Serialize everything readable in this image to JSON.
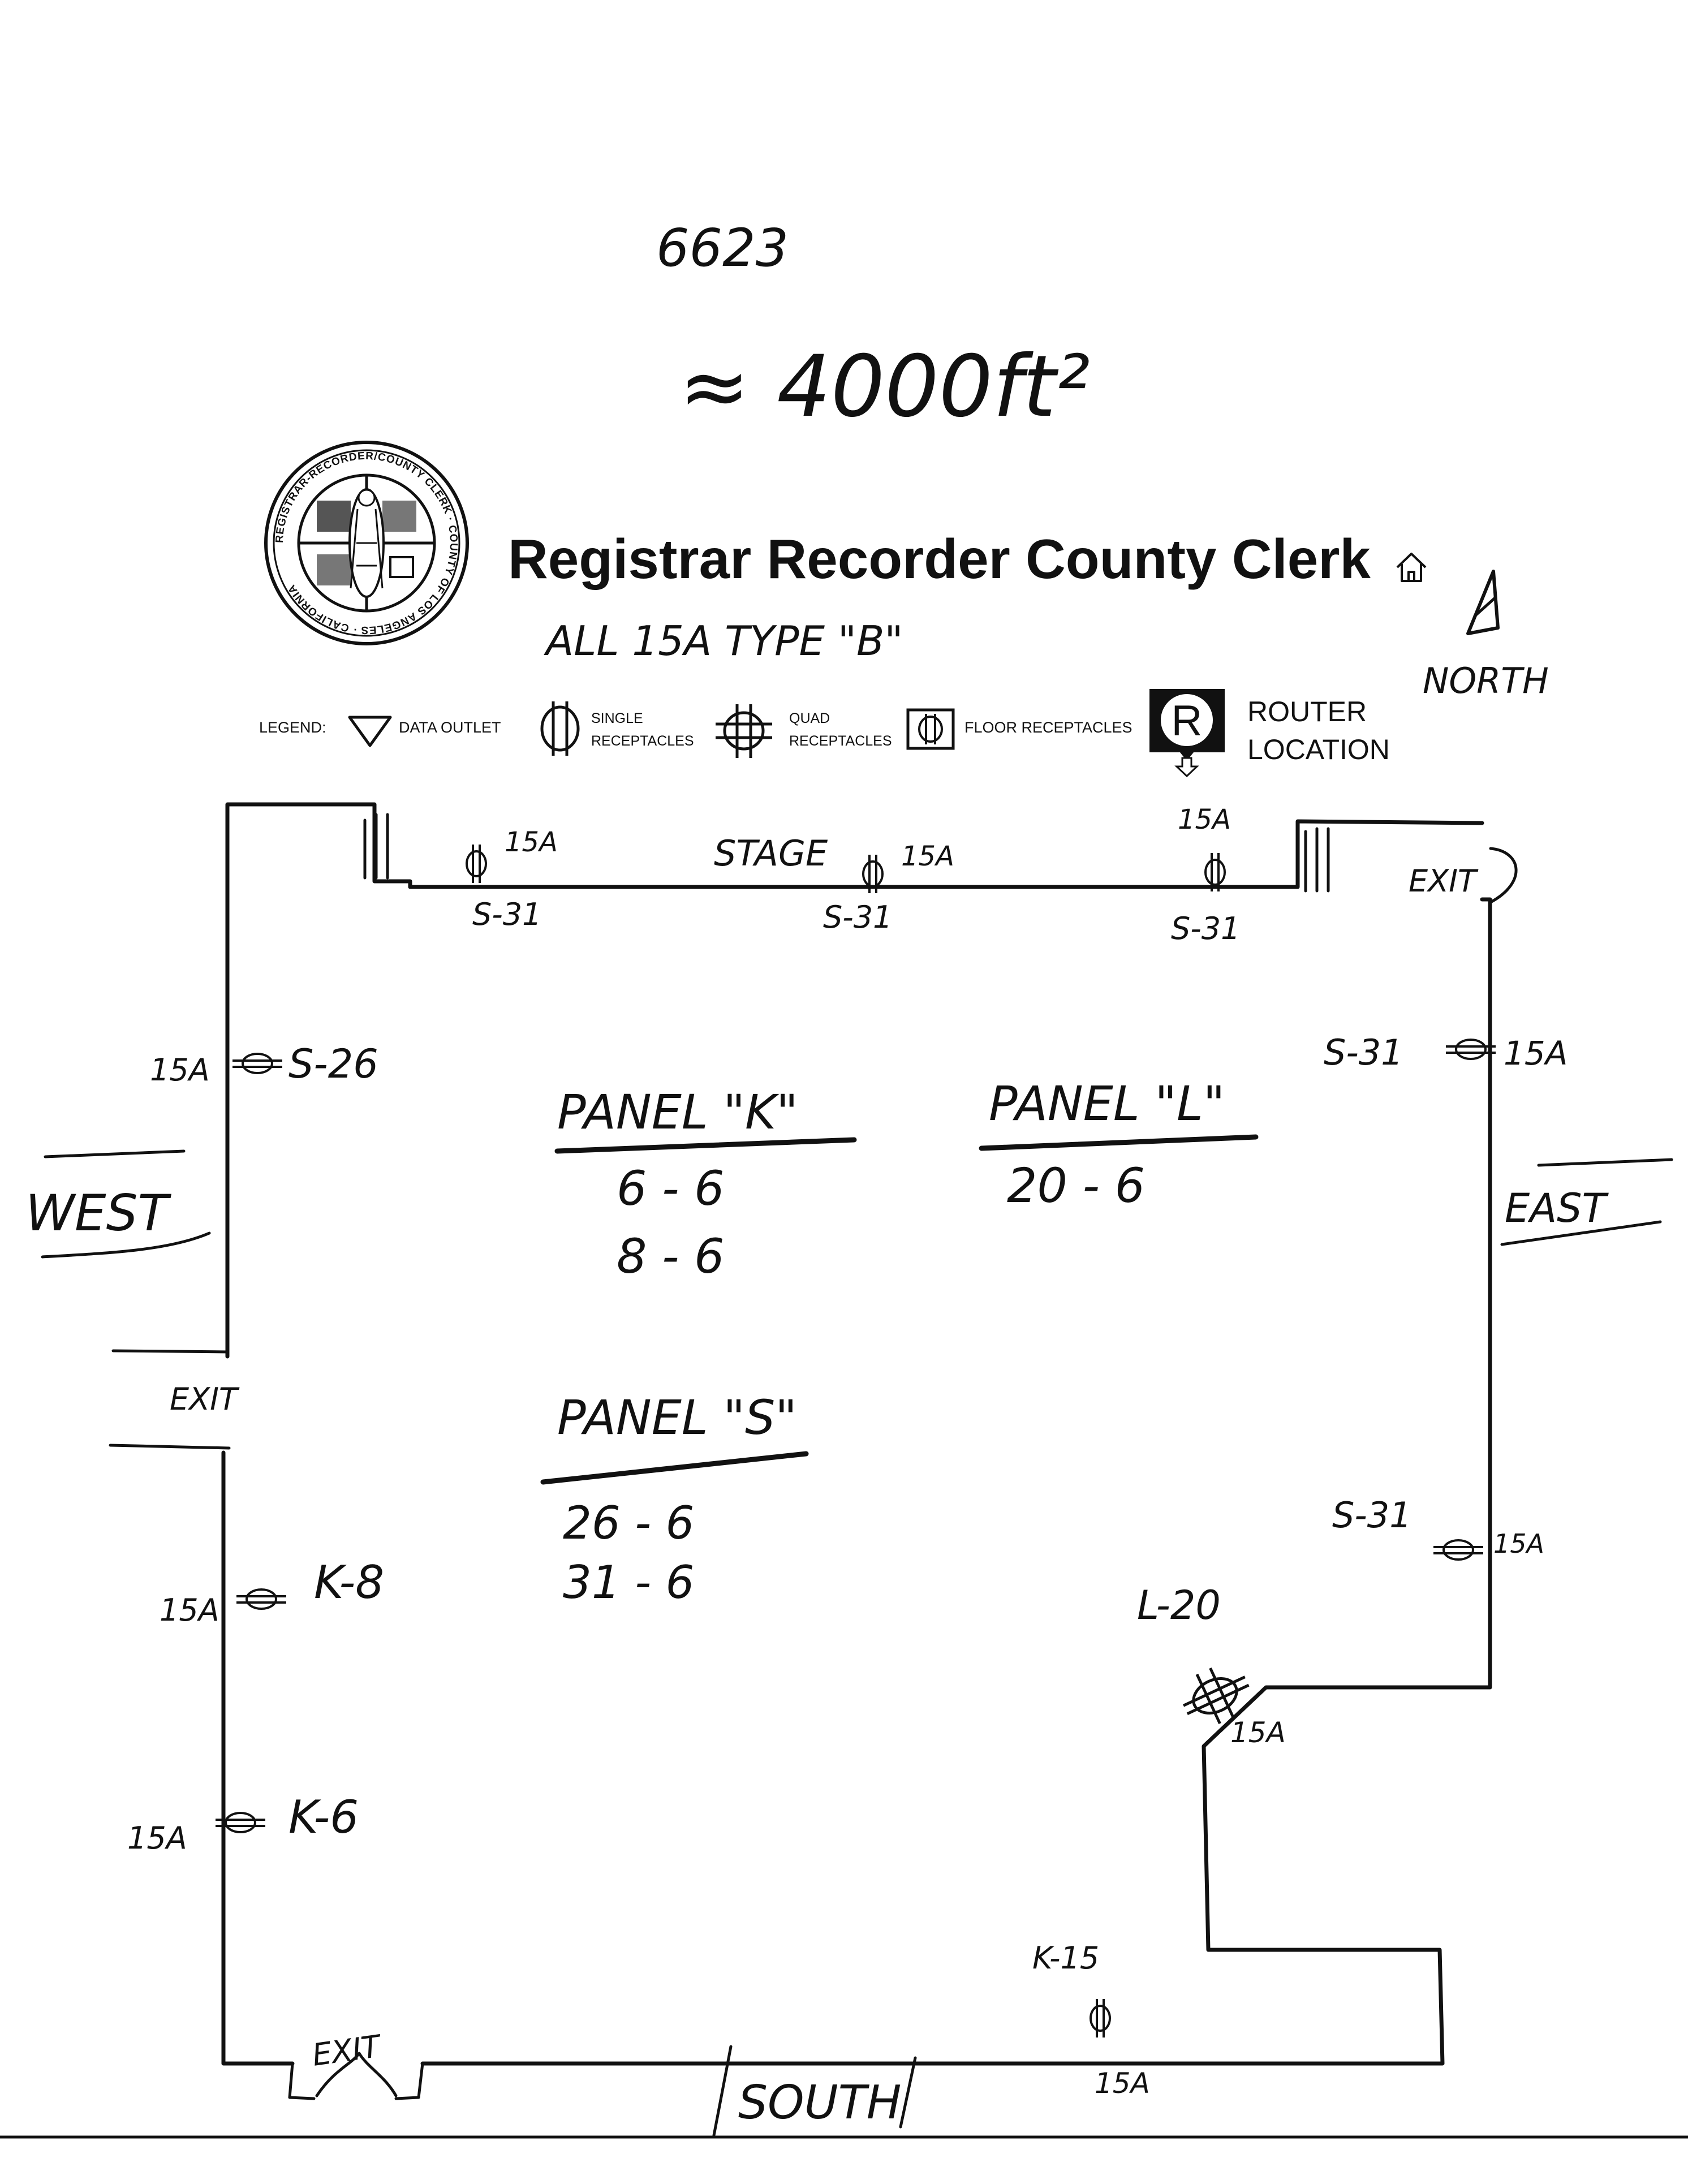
{
  "header": {
    "number": "6623",
    "area": "≈ 4000ft²",
    "org_title": "Registrar Recorder County Clerk",
    "note": "ALL 15A TYPE \"B\"",
    "north_label": "NORTH"
  },
  "seal": {
    "ring_text": "REGISTRAR-RECORDER/COUNTY CLERK · COUNTY OF LOS ANGELES · CALIFORNIA"
  },
  "legend": {
    "title": "LEGEND:",
    "items": [
      {
        "icon": "data-outlet-icon",
        "label": "DATA OUTLET"
      },
      {
        "icon": "single-receptacle-icon",
        "label_line1": "SINGLE",
        "label_line2": "RECEPTACLES"
      },
      {
        "icon": "quad-receptacle-icon",
        "label_line1": "QUAD",
        "label_line2": "RECEPTACLES"
      },
      {
        "icon": "floor-receptacle-icon",
        "label": "FLOOR RECEPTACLES"
      },
      {
        "icon": "router-icon",
        "symbol": "R",
        "label_line1": "ROUTER",
        "label_line2": "LOCATION"
      }
    ]
  },
  "plan": {
    "stage_label": "STAGE",
    "exit_label": "EXIT",
    "compass": {
      "west": "WEST",
      "east": "EAST",
      "south": "SOUTH"
    },
    "outlets": [
      {
        "amps": "15A",
        "circuit": "S-31"
      },
      {
        "amps": "15A",
        "circuit": "S-31"
      },
      {
        "amps": "15A",
        "circuit": "S-31"
      },
      {
        "amps": "15A",
        "circuit": "S-26"
      },
      {
        "amps": "15A",
        "circuit": "S-31"
      },
      {
        "amps": "15A",
        "circuit": "S-31"
      },
      {
        "amps": "15A",
        "circuit": "K-8"
      },
      {
        "amps": "15A",
        "circuit": "L-20"
      },
      {
        "amps": "15A",
        "circuit": "K-6"
      },
      {
        "amps": "15A",
        "circuit": "K-15"
      }
    ],
    "panels": [
      {
        "name": "PANEL \"K\"",
        "rows": [
          "6 - 6",
          "8 - 6"
        ]
      },
      {
        "name": "PANEL \"L\"",
        "rows": [
          "20 - 6"
        ]
      },
      {
        "name": "PANEL \"S\"",
        "rows": [
          "26 - 6",
          "31 - 6"
        ]
      }
    ]
  }
}
